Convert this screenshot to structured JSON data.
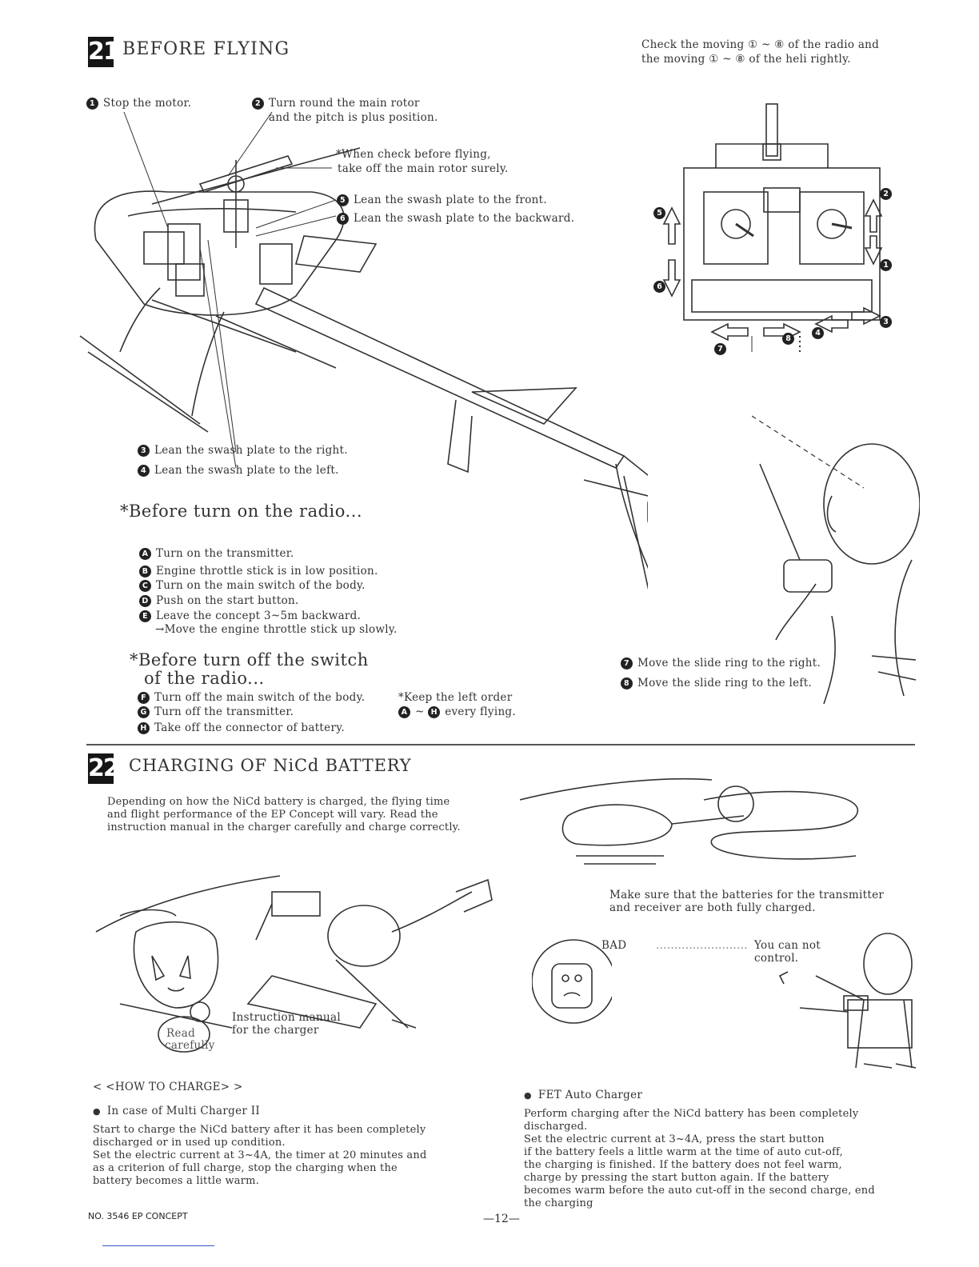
{
  "section21": {
    "number": "21",
    "title": "BEFORE FLYING",
    "check_note": [
      "Check the moving ① ~ ⑧ of the radio and",
      "the moving ① ~ ⑧ of the heli rightly."
    ],
    "steps": {
      "s1": {
        "num": "1",
        "text": "Stop the motor."
      },
      "s2": {
        "num": "2",
        "text": "Turn round the main rotor",
        "text2": "and the pitch is plus position."
      },
      "note": [
        "*When check before flying,",
        "take off the main rotor surely."
      ],
      "s5": {
        "num": "5",
        "text": "Lean the swash plate to the front."
      },
      "s6": {
        "num": "6",
        "text": "Lean the swash plate to the backward."
      },
      "s3": {
        "num": "3",
        "text": "Lean the swash plate to the right."
      },
      "s4": {
        "num": "4",
        "text": "Lean the swash plate to the left."
      },
      "s7": {
        "num": "7",
        "text": "Move the slide ring to the right."
      },
      "s8": {
        "num": "8",
        "text": "Move the slide ring to the left."
      }
    },
    "before_on": {
      "title": "*Before turn on the radio...",
      "items": [
        {
          "letter": "A",
          "text": "Turn on  the transmitter."
        },
        {
          "letter": "B",
          "text": "Engine throttle stick is in low position."
        },
        {
          "letter": "C",
          "text": "Turn on the main switch of the body."
        },
        {
          "letter": "D",
          "text": "Push on  the start button."
        },
        {
          "letter": "E",
          "text": "Leave the concept 3~5m backward."
        }
      ],
      "sub": "→Move the engine throttle stick up slowly."
    },
    "before_off": {
      "title1": "*Before turn off the switch",
      "title2": "of the radio...",
      "items": [
        {
          "letter": "F",
          "text": "Turn off the main switch of the body."
        },
        {
          "letter": "G",
          "text": "Turn off the transmitter."
        },
        {
          "letter": "H",
          "text": "Take off the connector of battery."
        }
      ],
      "keep1": "*Keep the left order",
      "keep_from": "A",
      "keep_to": "H",
      "keep2": "every flying."
    },
    "tx_labels": [
      "5",
      "6",
      "2",
      "1",
      "7",
      "8",
      "4",
      "3"
    ]
  },
  "section22": {
    "number": "22",
    "title": "CHARGING OF NiCd BATTERY",
    "intro": [
      "Depending on how the NiCd battery is charged, the flying time",
      "and flight performance of the EP Concept will vary.   Read the",
      "instruction manual in the charger carefully and charge correctly."
    ],
    "make_sure": [
      "Make sure that the batteries for the transmitter",
      "and receiver are both fully charged."
    ],
    "bad": "BAD",
    "cannot": [
      "You can not",
      "control."
    ],
    "instruction_label": [
      "Instruction manual",
      "for the charger"
    ],
    "read_bubble": [
      "Read",
      "carefully"
    ],
    "how_to": "< <HOW TO CHARGE> >",
    "multi_title": "In case of Multi Charger II",
    "multi_text": [
      "Start to charge the NiCd battery after it has been completely",
      "discharged or in used up condition.",
      "Set the electric current at 3~4A, the timer at 20 minutes and",
      "as a criterion of full charge, stop the charging when the",
      "battery becomes a little warm."
    ],
    "fet_title": "FET Auto Charger",
    "fet_text": [
      "Perform charging after the NiCd battery has been completely",
      "discharged.",
      "Set the electric current at 3~4A, press the start button",
      "if the battery feels a little warm at the time of auto cut-off,",
      "the charging is finished.   If the battery does not feel warm,",
      "charge by pressing the start button again.   If the battery",
      "becomes warm before the auto cut-off in the second charge, end",
      "the charging"
    ]
  },
  "footer": {
    "model": "NO. 3546  EP CONCEPT",
    "page": "—12—"
  }
}
